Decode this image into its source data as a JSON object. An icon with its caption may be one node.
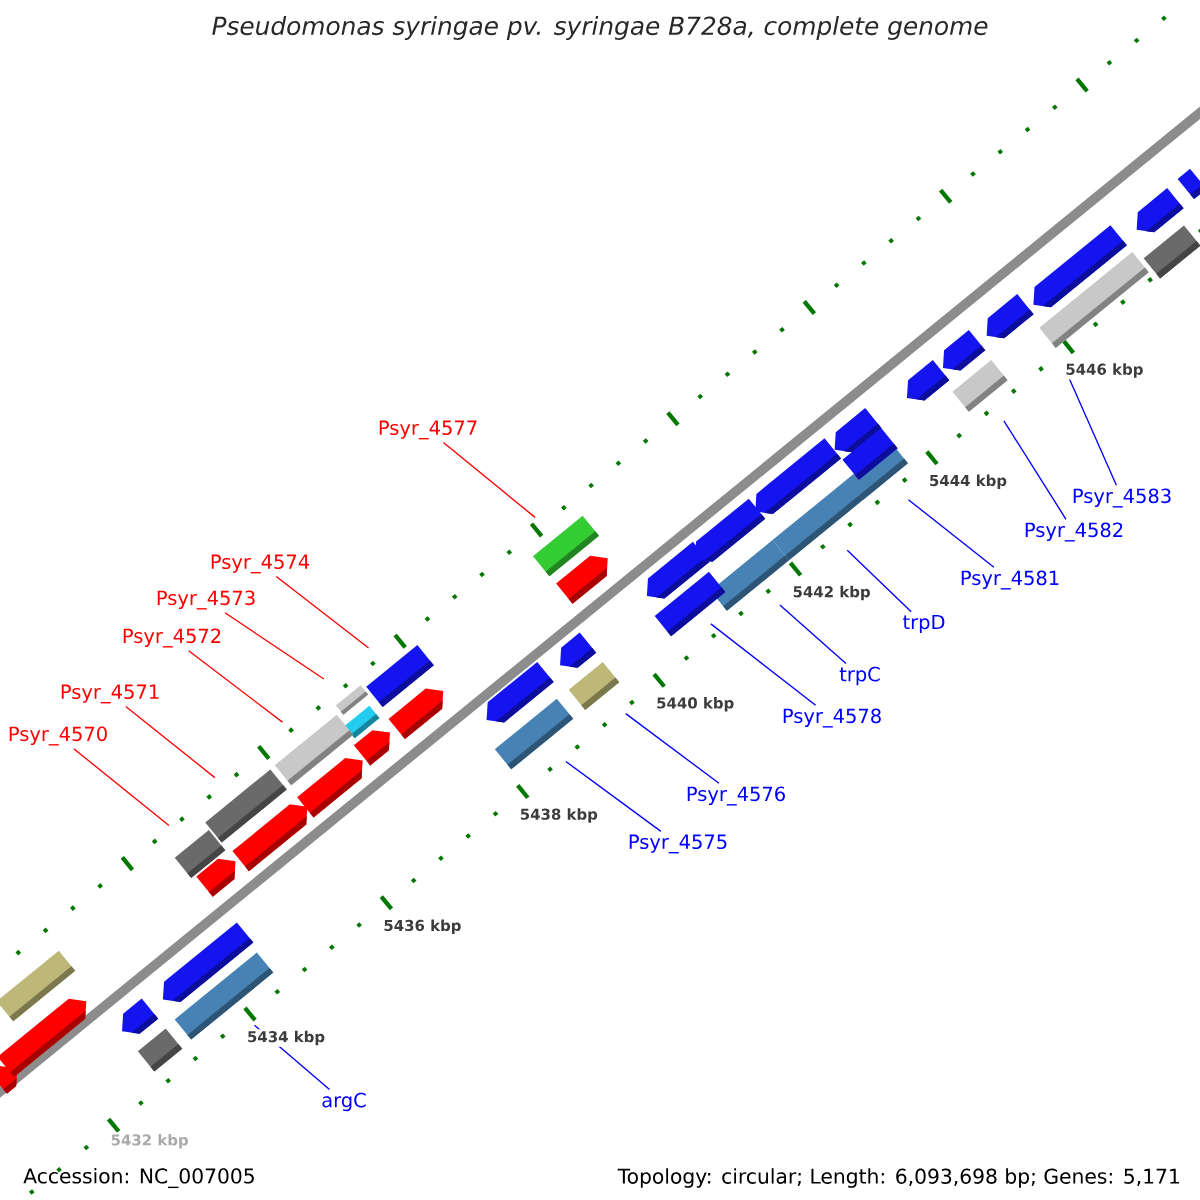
{
  "diagram": {
    "title": "Pseudomonas syringae pv. syringae B728a, complete genome",
    "nodes": [
      {
        "text": [
          "Psyr_4577"
        ]
      },
      {
        "text": [],
        "shape": "box"
      },
      {
        "text": [
          "Psyr_4574"
        ]
      },
      {
        "text": [],
        "shape": "box"
      },
      {
        "text": [
          "Psyr_4573"
        ]
      },
      {
        "text": [],
        "shape": "box"
      },
      {
        "text": [
          "Psyr_4572"
        ]
      },
      {
        "text": [],
        "shape": "box"
      },
      {
        "text": [
          "Psyr_4571"
        ]
      },
      {
        "text": [],
        "shape": "box"
      },
      {
        "text": [
          "Psyr_4570"
        ]
      },
      {
        "text": [],
        "shape": "box"
      },
      {
        "text": [
          "Psyr_4583"
        ]
      },
      {
        "text": [],
        "shape": "box"
      },
      {
        "text": [
          "Psyr_4582"
        ]
      },
      {
        "text": [],
        "shape": "box"
      },
      {
        "text": [
          "Psyr_4581"
        ]
      },
      {
        "text": [],
        "shape": "box"
      },
      {
        "text": [
          "trpD"
        ]
      },
      {
        "text": [],
        "shape": "box"
      },
      {
        "text": [
          "trpC"
        ]
      },
      {
        "text": [],
        "shape": "box"
      },
      {
        "text": [
          "Psyr_4578"
        ]
      },
      {
        "text": [],
        "shape": "box"
      },
      {
        "text": [
          "Psyr_4576"
        ]
      },
      {
        "text": [],
        "shape": "box"
      },
      {
        "text": [
          "Psyr_4575"
        ]
      },
      {
        "text": [],
        "shape": "box"
      },
      {
        "text": [
          "argC"
        ]
      },
      {
        "text": [],
        "shape": "box"
      },
      {
        "text": [],
        "shape": "pentagon"
      },
      {
        "text": [],
        "shape": "box"
      },
      {
        "text": [],
        "shape": "pentagon"
      },
      {
        "text": [],
        "shape": "pentagon"
      },
      {
        "text": [],
        "shape": "box"
      },
      {
        "text": [],
        "shape": "pentagon"
      },
      {
        "text": [],
        "shape": "pentagon"
      },
      {
        "text": [],
        "shape": "pentagon"
      },
      {
        "text": [],
        "shape": "pentagon"
      },
      {
        "text": [],
        "shape": "box"
      },
      {
        "text": [],
        "shape": "pentagon"
      },
      {
        "text": [],
        "shape": "pentagon"
      },
      {
        "text": [],
        "shape": "pentagon"
      },
      {
        "text": [],
        "shape": "pentagon"
      },
      {
        "text": [],
        "shape": "pentagon"
      },
      {
        "text": [],
        "shape": "pentagon"
      },
      {
        "text": [],
        "shape": "pentagon"
      },
      {
        "text": [],
        "shape": "pentagon"
      },
      {
        "text": [],
        "shape": "pentagon"
      },
      {
        "text": [],
        "shape": "box"
      },
      {
        "text": [],
        "shape": "pentagon"
      },
      {
        "text": [],
        "shape": "pentagon"
      },
      {
        "text": [],
        "shape": "pentagon"
      },
      {
        "text": [],
        "shape": "pentagon"
      },
      {
        "text": [],
        "shape": "pentagon"
      },
      {
        "text": [],
        "shape": "box"
      },
      {
        "text": [],
        "shape": "box"
      }
    ],
    "edges": [
      {
        "from": 0,
        "to": 1,
        "arrow": "none",
        "color": "#ff0000"
      },
      {
        "from": 2,
        "to": 3,
        "arrow": "none",
        "color": "#ff0000"
      },
      {
        "from": 4,
        "to": 39,
        "arrow": "none",
        "color": "#ff0000"
      },
      {
        "from": 6,
        "to": 7,
        "arrow": "none",
        "color": "#ff0000"
      },
      {
        "from": 8,
        "to": 9,
        "arrow": "none",
        "color": "#ff0000"
      },
      {
        "from": 10,
        "to": 11,
        "arrow": "none",
        "color": "#ff0000"
      },
      {
        "from": 12,
        "to": 13,
        "arrow": "none"
      },
      {
        "from": 14,
        "to": 15,
        "arrow": "none"
      },
      {
        "from": 16,
        "to": 17,
        "arrow": "none"
      },
      {
        "from": 18,
        "to": 19,
        "arrow": "none"
      },
      {
        "from": 20,
        "to": 21,
        "arrow": "none"
      },
      {
        "from": 22,
        "to": 23,
        "arrow": "none"
      },
      {
        "from": 24,
        "to": 25,
        "arrow": "none"
      },
      {
        "from": 26,
        "to": 27,
        "arrow": "none"
      },
      {
        "from": 28,
        "to": 29,
        "arrow": "none"
      }
    ],
    "labels": [
      "5446 kbp",
      "5444 kbp",
      "5442 kbp",
      "5440 kbp",
      "5438 kbp",
      "5436 kbp",
      "5434 kbp",
      "5432 kbp",
      "Accession: NC_007005",
      "Topology: circular; Length: 6,093,698 bp; Genes: 5,171"
    ]
  }
}
